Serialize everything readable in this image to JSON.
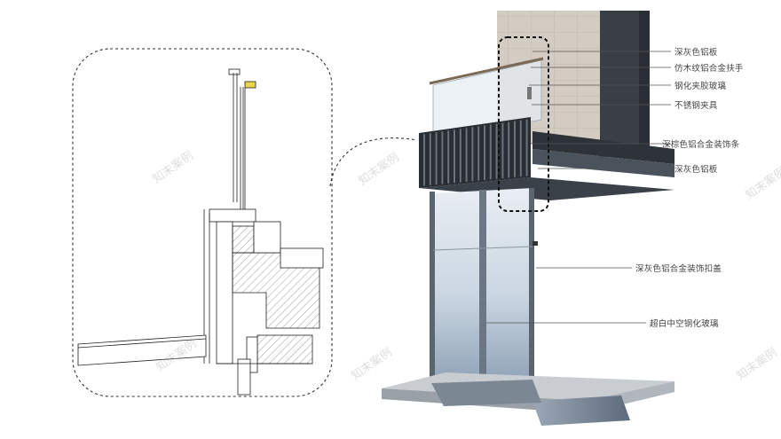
{
  "labels": {
    "dark_gray_aluminum_panel_top": "深灰色铝板",
    "wood_grain_aluminum_handrail": "仿木纹铝合金扶手",
    "laminated_tempered_glass": "钢化夹胶玻璃",
    "stainless_steel_clamp": "不锈钢夹具",
    "dark_brown_aluminum_trim": "深棕色铝合金装饰条",
    "dark_gray_aluminum_panel_bottom": "深灰色铝板",
    "dark_gray_aluminum_cover_cap": "深灰色铝合金装饰扣盖",
    "ultra_clear_insulated_glass": "超白中空钢化玻璃"
  },
  "watermark": "知末案例",
  "colors": {
    "leader_line": "#555555",
    "dashed_outline": "#333333",
    "aluminum_dark": "#3a3f46",
    "glass": "#cfd9e4",
    "stone_wall": "#cfc8be",
    "drawing_line": "#222222"
  }
}
